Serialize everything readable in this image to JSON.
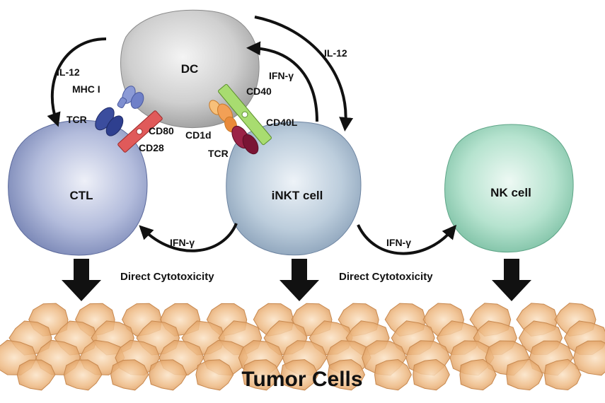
{
  "cells": {
    "dc": "DC",
    "ctl": "CTL",
    "inkt": "iNKT cell",
    "nk": "NK cell",
    "tumor": "Tumor Cells"
  },
  "molecules": {
    "il12_left": "IL-12",
    "il12_right": "IL-12",
    "mhc1": "MHC I",
    "tcr_ctl": "TCR",
    "cd80": "CD80",
    "cd28": "CD28",
    "cd1d": "CD1d",
    "tcr_inkt": "TCR",
    "cd40": "CD40",
    "cd40l": "CD40L",
    "ifn_dc": "IFN-γ",
    "ifn_ctl": "IFN-γ",
    "ifn_nk": "IFN-γ"
  },
  "effects": {
    "direct_left": "Direct Cytotoxicity",
    "direct_right": "Direct Cytotoxicity"
  },
  "colors": {
    "dc": "#c9c9c9",
    "ctl": "#9aa6cc",
    "inkt": "#a9bfd4",
    "nk": "#a8dcc4",
    "tumor": "#e9b47e",
    "tumor_edge": "#c8894f",
    "mhc": "#7f8fd0",
    "tcr_ctl": "#2e3f8f",
    "cd80_cd28": "#e05a5a",
    "cd1d": "#f2a056",
    "tcr_inkt": "#8a1a3c",
    "cd40": "#a8dc70"
  }
}
